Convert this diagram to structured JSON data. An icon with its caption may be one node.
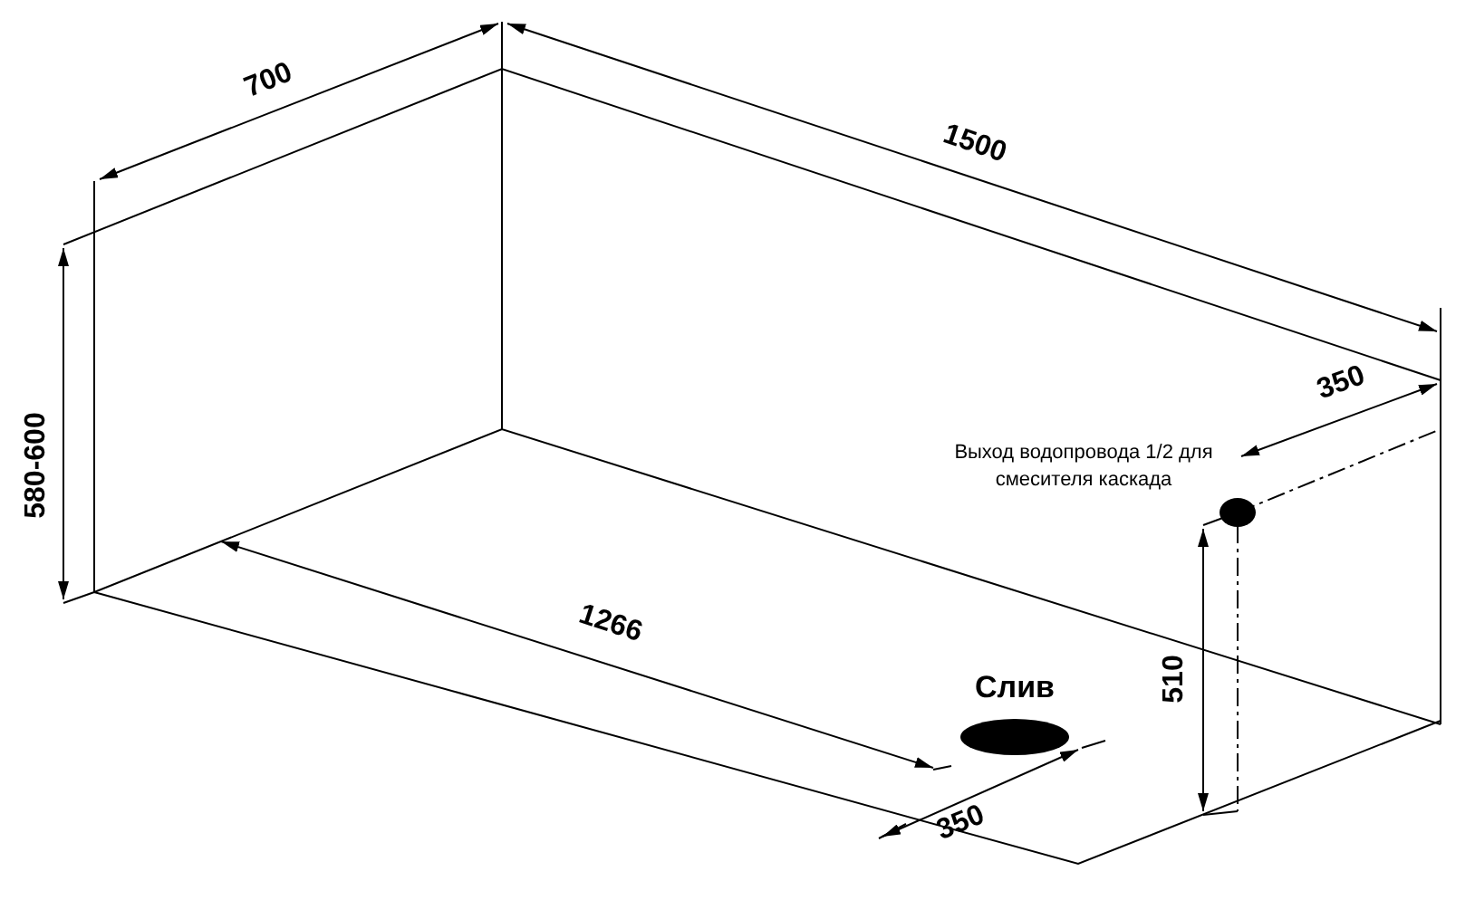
{
  "diagram": {
    "labels": [
      "700",
      "1500",
      "580-600",
      "350",
      "Выход водопровода 1/2 для смесителя каскада",
      "1266",
      "Слив",
      "510",
      "350"
    ]
  }
}
